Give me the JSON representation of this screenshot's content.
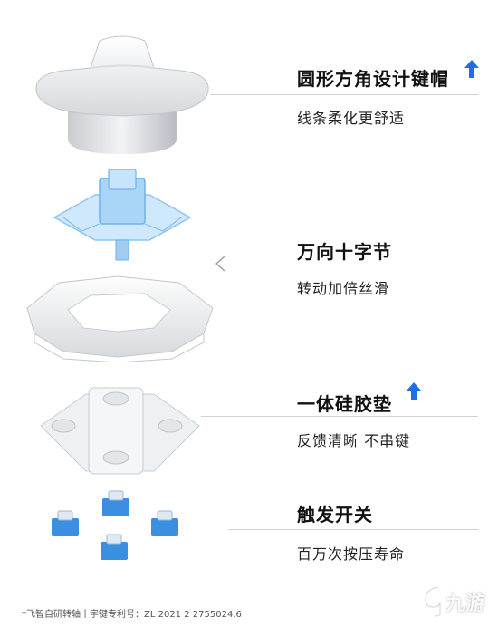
{
  "features": [
    {
      "title": "圆形方角设计键帽",
      "subtitle": "线条柔化更舒适",
      "badge": "up-arrow-icon"
    },
    {
      "title": "万向十字节",
      "subtitle": "转动加倍丝滑"
    },
    {
      "title": "一体硅胶垫",
      "subtitle": "反馈清晰  不串键",
      "badge": "up-arrow-icon"
    },
    {
      "title": "触发开关",
      "subtitle": "百万次按压寿命"
    }
  ],
  "footnote": "*飞智自研转轴十字键专利号：ZL 2021 2 2755024.6",
  "watermark": "九游",
  "colors": {
    "accent": "#1e6fe6",
    "switch_blue": "#3b8fe0",
    "cross_blue": "#9fd0f5"
  }
}
